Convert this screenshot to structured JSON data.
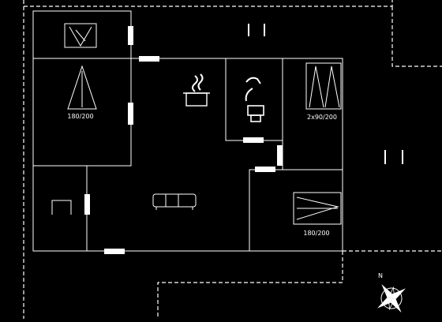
{
  "plan": {
    "background_color": "#000000",
    "line_color": "#ffffff",
    "bed_labels": {
      "bed_top_left": "180/200",
      "bed_top_right": "2x90/200",
      "bed_bottom_right": "180/200"
    },
    "compass_letter": "N"
  }
}
